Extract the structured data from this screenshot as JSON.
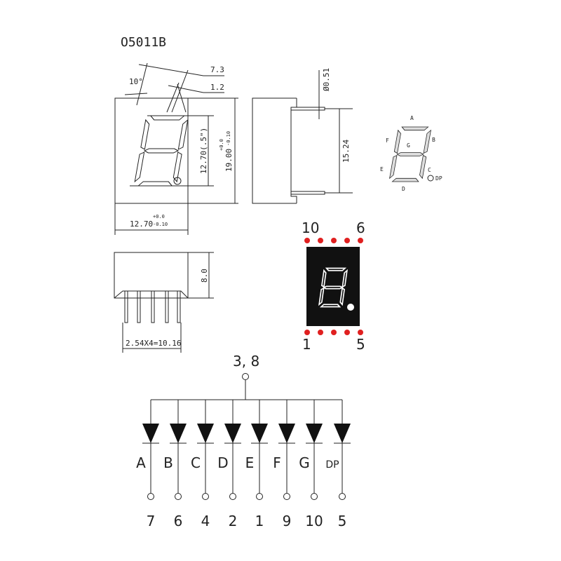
{
  "title": "O5011B",
  "front_view": {
    "dim_segment_width": "7.3",
    "dim_segment_thickness": "1.2",
    "dim_angle": "10°",
    "dim_digit_height": "12.70(.5\")",
    "dim_height": "19.00",
    "dim_height_tol_plus": "+0.0",
    "dim_height_tol_minus": "-0.10",
    "dim_width": "12.70",
    "dim_width_tol_plus": "+0.0",
    "dim_width_tol_minus": "-0.10"
  },
  "side_view": {
    "dim_pin_diameter": "Ø0.51",
    "dim_pin_spacing": "15.24"
  },
  "bottom_view": {
    "dim_depth": "8.0",
    "dim_pitch": "2.54X4=10.16"
  },
  "segment_map": {
    "labels": [
      "A",
      "B",
      "C",
      "D",
      "E",
      "F",
      "G",
      "DP"
    ]
  },
  "pinout": {
    "top_left": "10",
    "top_right": "6",
    "bottom_left": "1",
    "bottom_right": "5",
    "dot_color": "#e02020",
    "body_color": "#111111"
  },
  "schematic": {
    "common_label": "3, 8",
    "segments": [
      "A",
      "B",
      "C",
      "D",
      "E",
      "F",
      "G",
      "DP"
    ],
    "pins": [
      "7",
      "6",
      "4",
      "2",
      "1",
      "9",
      "10",
      "5"
    ]
  }
}
